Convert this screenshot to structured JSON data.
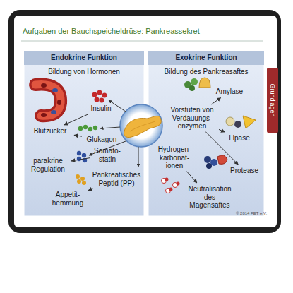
{
  "diagram": {
    "title": "Aufgaben der Bauchspeicheldrüse: Pankreassekret",
    "nodes": [
      {
        "text": [
          "Endokrine Funktion",
          "Bildung von Hormonen"
        ]
      },
      {
        "text": [
          "Insulin"
        ],
        "in": 0
      },
      {
        "text": [
          "Blutzucker"
        ],
        "in": 0
      },
      {
        "text": [
          "Glukagon"
        ],
        "in": 0
      },
      {
        "text": [
          "Somato- statin"
        ],
        "in": 0
      },
      {
        "text": [
          "parakrine Regulation"
        ],
        "in": 0
      },
      {
        "text": [
          "Pankreatisches Peptid (PP)"
        ],
        "in": 0
      },
      {
        "text": [
          "Appetit- hemmung"
        ],
        "in": 0
      },
      {
        "text": [
          "Exokrine Funktion",
          "Bildung des Pankreasaftes"
        ]
      },
      {
        "text": [
          "Amylase"
        ],
        "in": 8
      },
      {
        "text": [
          "Vorstufen von Verdauungs- enzymen"
        ],
        "in": 8
      },
      {
        "text": [
          "Lipase"
        ],
        "in": 8
      },
      {
        "text": [
          "Hydrogen- karbonat- ionen"
        ],
        "in": 8
      },
      {
        "text": [
          "Protease"
        ],
        "in": 8
      },
      {
        "text": [
          "Neutralisation des Magensaftes"
        ],
        "in": 8
      },
      {
        "text": [
          "Grundlagen"
        ]
      }
    ],
    "edges": [
      {
        "from": 1,
        "to": 2,
        "arrow": "to"
      },
      {
        "from": 3,
        "to": 2,
        "arrow": "to"
      },
      {
        "from": 4,
        "to": 5,
        "arrow": "to"
      },
      {
        "from": 6,
        "to": 7,
        "arrow": "to"
      },
      {
        "from": 10,
        "to": 9,
        "arrow": "to"
      },
      {
        "from": 10,
        "to": 11,
        "arrow": "to"
      },
      {
        "from": 10,
        "to": 13,
        "arrow": "to"
      },
      {
        "from": 12,
        "to": 14,
        "arrow": "to"
      }
    ],
    "labels": [
      "© 2014 FET e.V."
    ]
  }
}
